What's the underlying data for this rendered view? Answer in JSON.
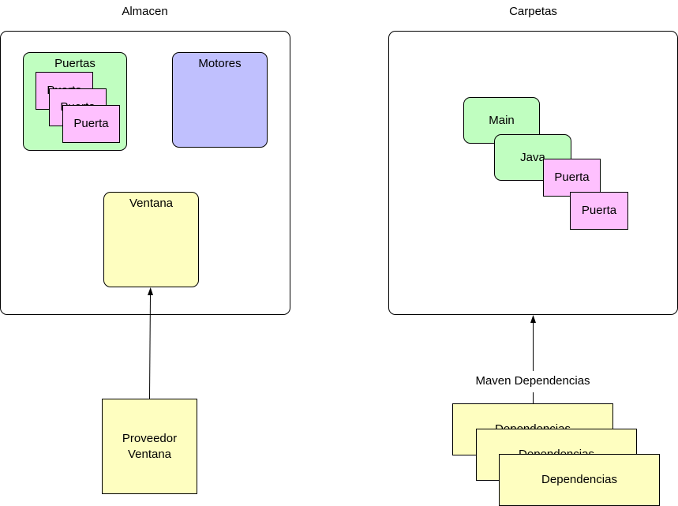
{
  "diagram": {
    "almacen": {
      "title": "Almacen",
      "puertas": {
        "label": "Puertas",
        "items": [
          "Puerta",
          "Puerta",
          "Puerta"
        ]
      },
      "motores": {
        "label": "Motores"
      },
      "ventana": {
        "label": "Ventana"
      }
    },
    "proveedor": {
      "label_line1": "Proveedor",
      "label_line2": "Ventana"
    },
    "carpetas": {
      "title": "Carpetas",
      "main": {
        "label": "Main"
      },
      "java": {
        "label": "Java"
      },
      "puertas": [
        "Puerta",
        "Puerta"
      ]
    },
    "maven": {
      "label": "Maven Dependencias",
      "items": [
        "Dependencias",
        "Dependencias",
        "Dependencias"
      ]
    },
    "connectors": [
      {
        "from": "proveedor-ventana",
        "to": "ventana",
        "arrow": "end"
      },
      {
        "from": "maven-dependencias",
        "to": "carpetas",
        "arrow": "end"
      }
    ],
    "colors": {
      "green": "#c0fec0",
      "blue": "#c0c0fe",
      "yellow": "#fefec0",
      "pink": "#fec0fe",
      "stroke": "#000000"
    }
  }
}
